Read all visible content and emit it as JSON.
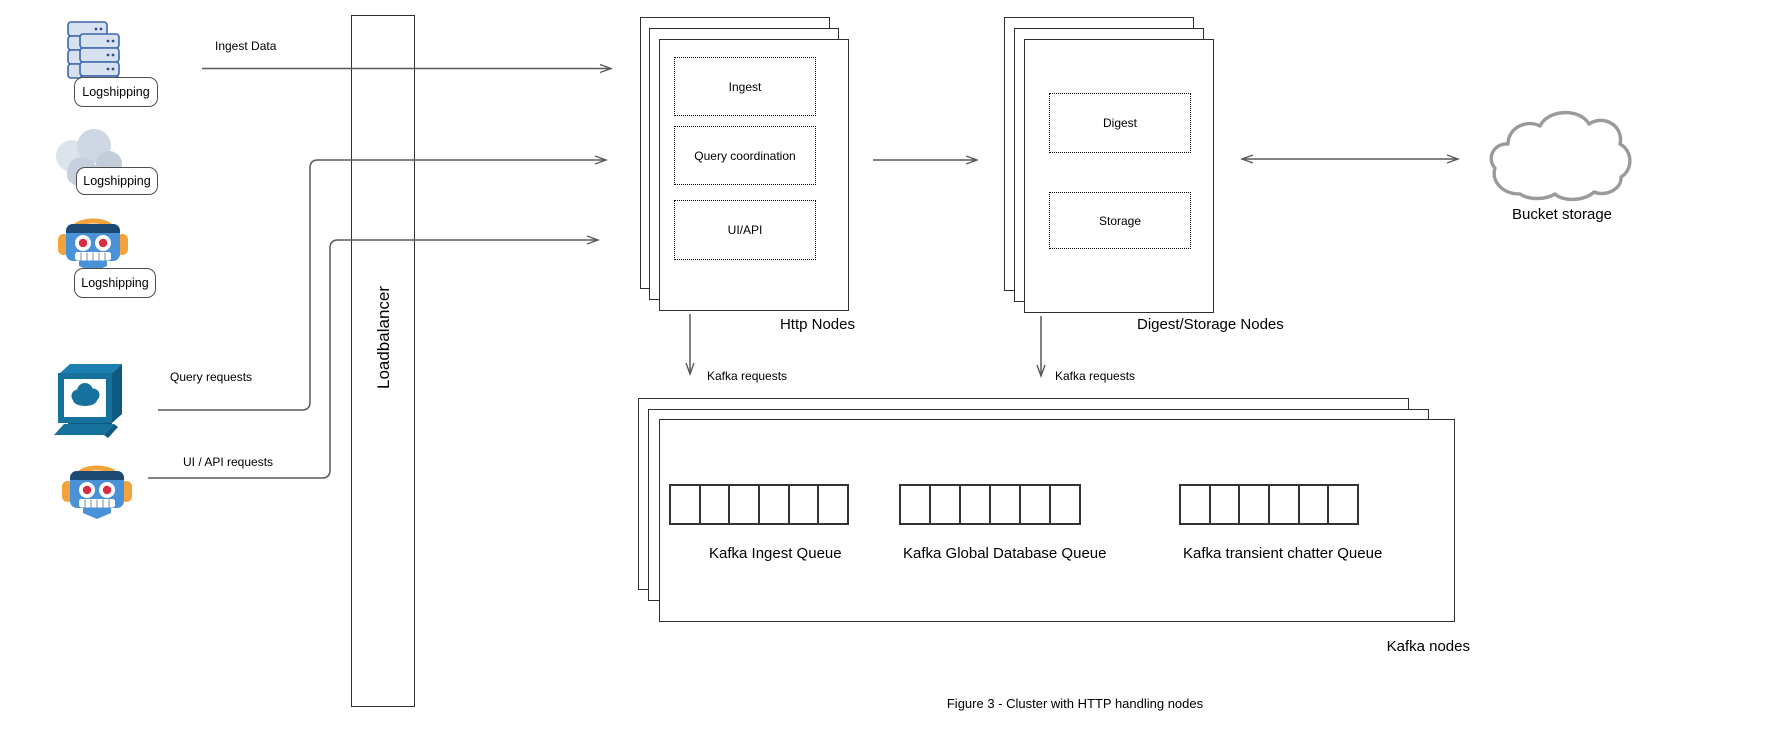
{
  "figure": {
    "caption": "Figure 3 - Cluster with HTTP handling nodes"
  },
  "sources": {
    "logshipping_servers": {
      "icon": "server-stack-icon",
      "label": "Logshipping"
    },
    "logshipping_cloud": {
      "icon": "cloud-icon",
      "label": "Logshipping"
    },
    "logshipping_robot": {
      "icon": "robot-icon",
      "label": "Logshipping"
    },
    "query_client": {
      "icon": "computer-icon"
    },
    "ui_api_client": {
      "icon": "robot-icon"
    }
  },
  "loadbalancer": {
    "label": "Loadbalancer"
  },
  "flows": {
    "ingest_data": "Ingest Data",
    "query_requests": "Query requests",
    "ui_api_requests": "UI / API requests",
    "kafka_requests_http": "Kafka requests",
    "kafka_requests_digest": "Kafka requests"
  },
  "http_nodes": {
    "title": "Http Nodes",
    "components": [
      "Ingest",
      "Query coordination",
      "UI/API"
    ]
  },
  "digest_storage_nodes": {
    "title": "Digest/Storage Nodes",
    "components": [
      "Digest",
      "Storage"
    ]
  },
  "bucket_storage": {
    "label": "Bucket storage",
    "icon": "cloud-outline-icon"
  },
  "kafka_nodes": {
    "title": "Kafka nodes",
    "queues": [
      {
        "label": "Kafka Ingest Queue",
        "cells": 6
      },
      {
        "label": "Kafka Global Database Queue",
        "cells": 6
      },
      {
        "label": "Kafka transient chatter Queue",
        "cells": 6
      }
    ]
  },
  "colors": {
    "connector": "#595959",
    "shape_border": "#2f2f2f",
    "icon_blue": "#4a92d8",
    "icon_orange": "#f2a33c",
    "icon_red": "#da2d43",
    "computer_blue": "#17719d",
    "server_fill": "#d8e1f0",
    "server_stroke": "#3a66ac",
    "cloud_gray": "#c7d1de",
    "bucket_cloud_stroke": "#9a9a9a"
  }
}
